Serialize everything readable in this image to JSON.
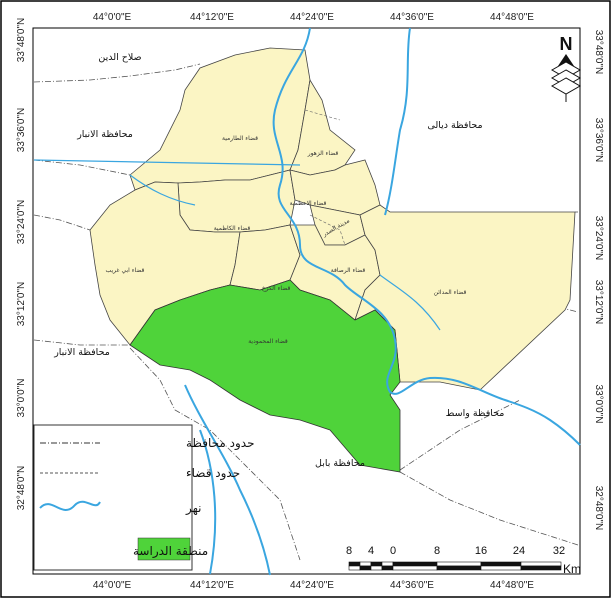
{
  "axes": {
    "top": [
      "44°0'0\"E",
      "44°12'0\"E",
      "44°24'0\"E",
      "44°36'0\"E",
      "44°48'0\"E"
    ],
    "bottom": [
      "44°0'0\"E",
      "44°12'0\"E",
      "44°24'0\"E",
      "44°36'0\"E",
      "44°48'0\"E"
    ],
    "left": [
      "33°48'0\"N",
      "33°36'0\"N",
      "33°24'0\"N",
      "33°12'0\"N",
      "33°0'0\"N",
      "32°48'0\"N"
    ],
    "right": [
      "33°48'0\"N",
      "33°36'0\"N",
      "33°24'0\"N",
      "33°12'0\"N",
      "33°0'0\"N",
      "32°48'0\"N"
    ]
  },
  "provinces": {
    "salah_aldin": "صلاح الدين",
    "anbar_north": "محافظة الانبار",
    "diyala": "محافظة ديالى",
    "anbar_south": "محافظة الانبار",
    "wasit": "محافظة واسط",
    "babil": "محافظة بابل"
  },
  "districts": {
    "tarmiya": "قضاء الطارمية",
    "rusafa_north": "قضاء الزهور",
    "adhamiya": "قضاء الاعظمية",
    "kadhimiya": "قضاء الكاظمية",
    "abu_ghraib": "قضاء ابي غريب",
    "karkh": "قضاء الكرخ",
    "rusafa": "قضاء الرصافة",
    "madain": "قضاء المدائن",
    "mahmudiya": "قضاء المحمودية",
    "sadr": "مدينة الصدر"
  },
  "north_arrow": "N",
  "legend": {
    "province_border": "حدود محافظة",
    "district_border": "حدود قضاء",
    "river": "نهر",
    "study_area": "منطقة الدراسة"
  },
  "scale": {
    "labels": [
      "8",
      "4",
      "0",
      "8",
      "16",
      "24",
      "32"
    ],
    "unit": "Km"
  },
  "colors": {
    "district_fill": "#fbf5c4",
    "study_fill": "#4fd33a",
    "river": "#3aa6e0",
    "border": "#555555"
  }
}
